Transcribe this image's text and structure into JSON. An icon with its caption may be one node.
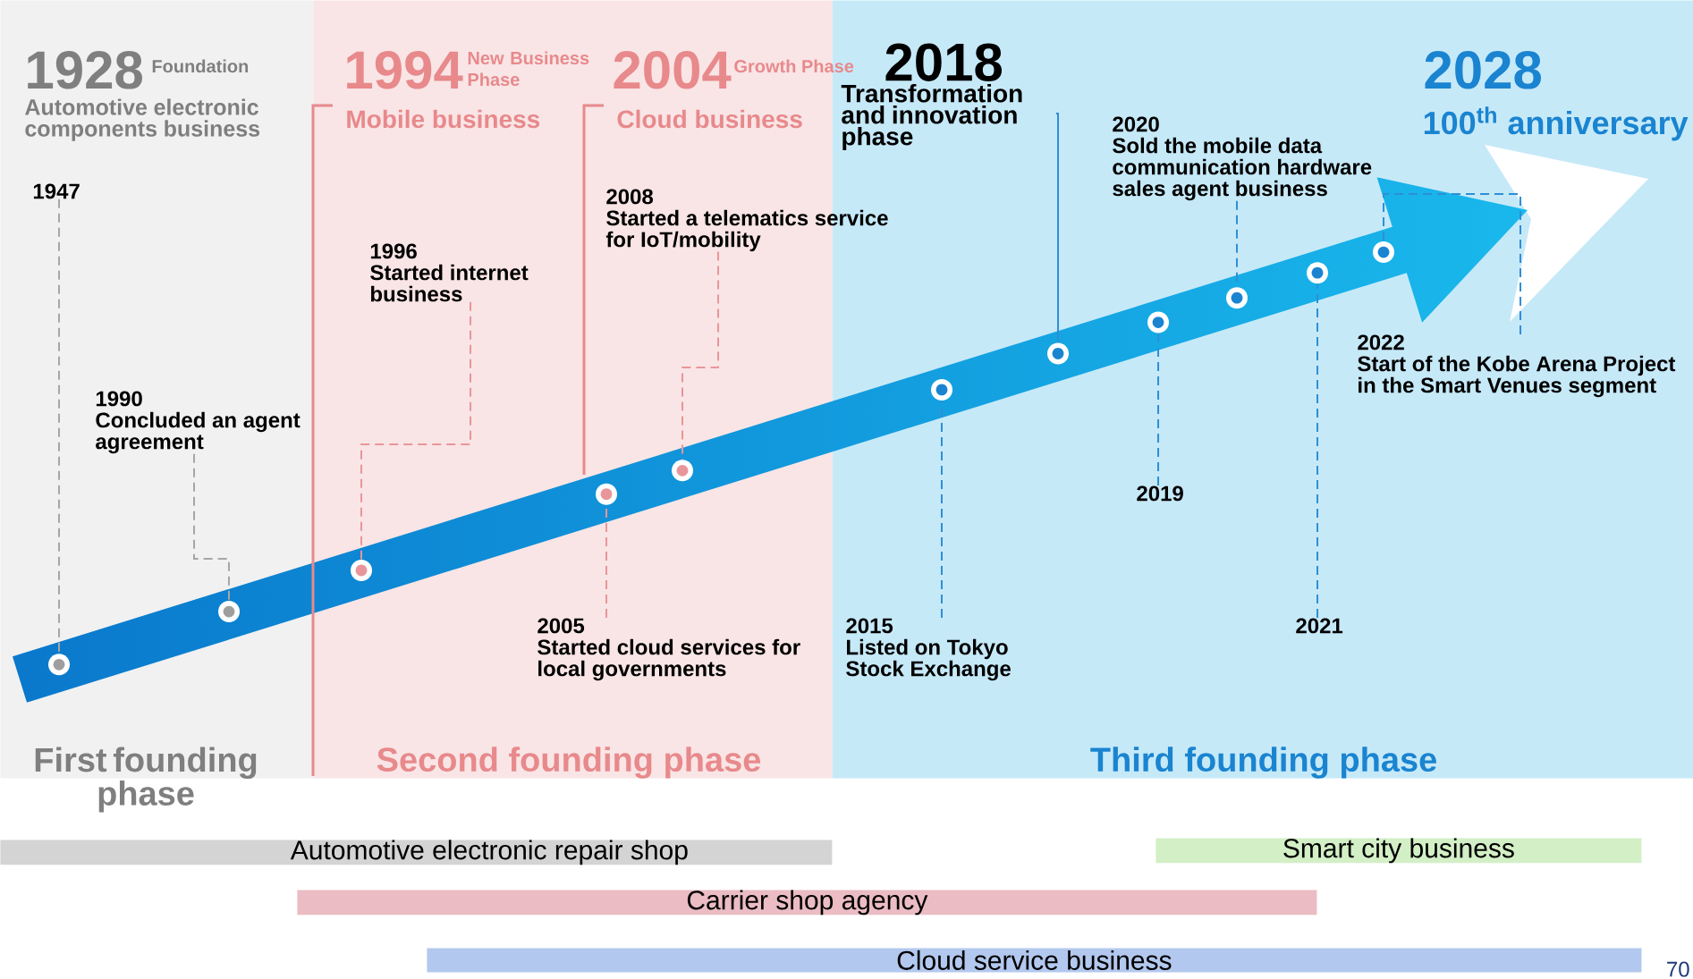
{
  "diagram": {
    "nodes": [
      {
        "text": [
          "1928",
          "Foundation",
          "Automotive electronic components business",
          "First founding phase"
        ]
      },
      {
        "text": [
          "1994",
          "New Business Phase",
          "Mobile business",
          "2004",
          "Growth Phase",
          "Cloud business",
          "Second founding phase"
        ]
      },
      {
        "text": [
          "2028",
          "100$^{th}$ anniversary",
          "Third founding phase"
        ]
      },
      {
        "text": [
          "1947"
        ],
        "in": 0
      },
      {
        "text": [
          "1990",
          "Concluded an agent agreement"
        ],
        "in": 0
      },
      {
        "text": [
          "1996",
          "Started internet business"
        ],
        "in": 1
      },
      {
        "text": [
          "2005",
          "Started cloud services for local governments"
        ],
        "in": 1
      },
      {
        "text": [
          "2008",
          "Started a telematics service for IoT/mobility"
        ]
      },
      {
        "text": [
          "2015",
          "Listed on Tokyo Stock Exchange"
        ],
        "in": 2
      },
      {
        "text": [
          "2018",
          "Transformation and innovation phase"
        ],
        "in": 2
      },
      {
        "text": [
          "2019"
        ],
        "in": 2
      },
      {
        "text": [
          "2020",
          "Sold the mobile data communication hardware sales agent business"
        ],
        "in": 2
      },
      {
        "text": [
          "2021"
        ],
        "in": 2
      },
      {
        "text": [
          "2022",
          "Start of the Kobe Arena Project in the Smart Venues segment"
        ],
        "in": 2
      },
      {
        "text": [],
        "shape": "circle",
        "in": 0
      },
      {
        "text": [],
        "shape": "circle",
        "in": 0
      },
      {
        "text": [],
        "shape": "circle",
        "in": 1
      },
      {
        "text": [],
        "shape": "circle",
        "in": 1
      },
      {
        "text": [],
        "shape": "circle",
        "in": 1
      },
      {
        "text": [],
        "shape": "circle",
        "in": 2
      },
      {
        "text": [],
        "shape": "circle",
        "in": 2
      },
      {
        "text": [],
        "shape": "circle",
        "in": 2
      },
      {
        "text": [],
        "shape": "circle",
        "in": 2
      },
      {
        "text": [],
        "shape": "circle",
        "in": 2
      },
      {
        "text": [],
        "shape": "circle",
        "in": 2
      },
      {
        "text": [
          "Automotive electronic repair shop"
        ]
      },
      {
        "text": [
          "Carrier shop agency"
        ]
      },
      {
        "text": [
          "Cloud service business"
        ]
      },
      {
        "text": [
          "Smart city business"
        ]
      }
    ],
    "edges": [
      {
        "from": 3,
        "to": 14,
        "arrow": "none",
        "style": "dashed",
        "color": "#a6a6a6"
      },
      {
        "from": 4,
        "to": 15,
        "arrow": "none",
        "style": "dashed",
        "color": "#a6a6a6"
      },
      {
        "from": 5,
        "to": 16,
        "arrow": "none",
        "style": "dashed",
        "color": "#e8969a"
      },
      {
        "from": 6,
        "to": 17,
        "arrow": "none",
        "style": "dashed",
        "color": "#e8969a"
      },
      {
        "from": 7,
        "to": 18,
        "arrow": "none",
        "style": "dashed",
        "color": "#e8969a"
      },
      {
        "from": 8,
        "to": 19,
        "arrow": "none",
        "style": "dashed"
      },
      {
        "from": 9,
        "to": 20,
        "arrow": "none"
      },
      {
        "from": 10,
        "to": 21,
        "arrow": "none",
        "style": "dashed"
      },
      {
        "from": 11,
        "to": 22,
        "arrow": "none",
        "style": "dashed"
      },
      {
        "from": 12,
        "to": 23,
        "arrow": "none",
        "style": "dashed"
      },
      {
        "from": 13,
        "to": 24,
        "arrow": "none",
        "style": "dashed"
      }
    ],
    "labels": [
      "70"
    ]
  }
}
